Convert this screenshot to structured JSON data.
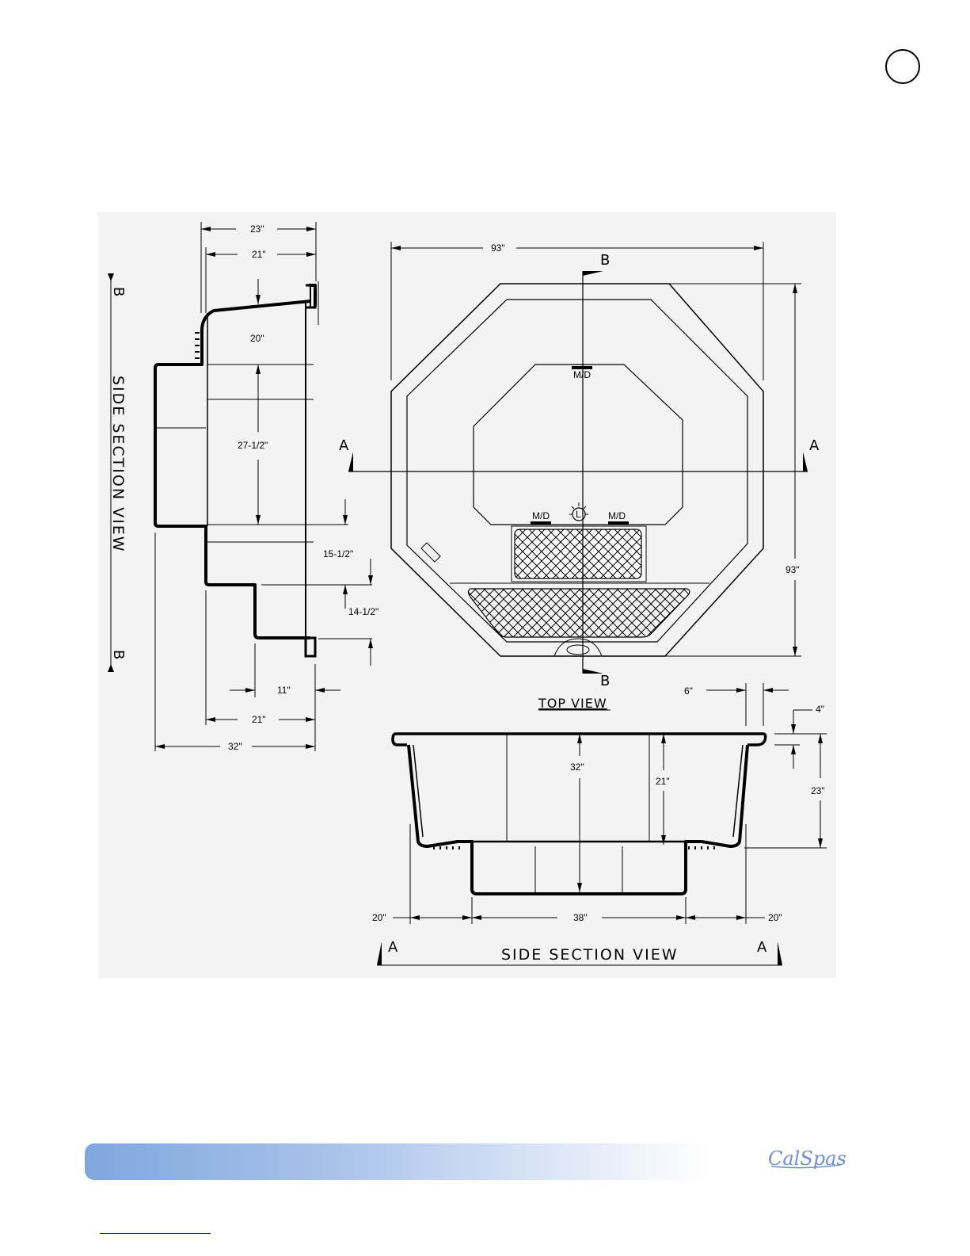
{
  "titles": {
    "side_section_b": "SIDE  SECTION  VIEW",
    "side_section_a": "SIDE  SECTION  VIEW",
    "top_view": "TOP  VIEW"
  },
  "markers": {
    "a": "A",
    "b": "B"
  },
  "side_b_dims": {
    "w23": "23\"",
    "w21": "21\"",
    "d20": "20\"",
    "d27": "27-1/2\"",
    "d15": "15-1/2\"",
    "d14": "14-1/2\"",
    "w11": "11\"",
    "w21b": "21\"",
    "w32": "32\""
  },
  "top_dims": {
    "w93": "93\"",
    "h93": "93\"",
    "md": "M/D",
    "light": "L"
  },
  "side_a_dims": {
    "w6": "6\"",
    "h4": "4\"",
    "h23": "23\"",
    "h21": "21\"",
    "d32": "32\"",
    "w20l": "20\"",
    "w38": "38\"",
    "w20r": "20\""
  },
  "brand": {
    "logo_text": "CalSpas"
  },
  "colors": {
    "footer_start": "#7fa7de",
    "footer_end": "#ffffff",
    "logo": "#6f8fcf"
  }
}
